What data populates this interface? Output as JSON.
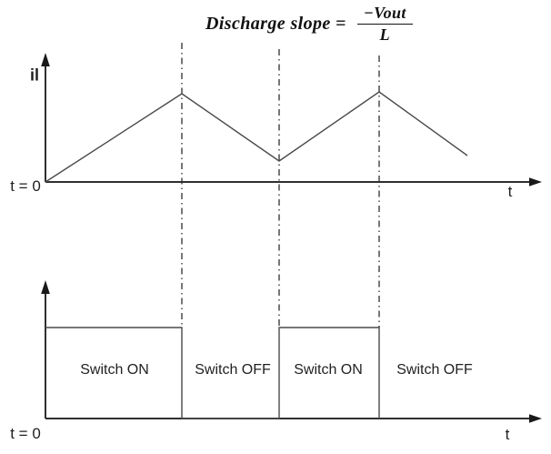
{
  "title": {
    "prefix": "Discharge slope =",
    "numerator": "−Vout",
    "denominator": "L"
  },
  "top_plot": {
    "y_axis_label": "il",
    "origin_label": "t = 0",
    "x_axis_label": "t",
    "waveform_points": "50,200 200,103 307,177 417,101 514,171"
  },
  "bottom_plot": {
    "origin_label": "t = 0",
    "x_axis_label": "t",
    "waveform_points": "50,360 200,360 200,460 307,460 307,360 417,360 417,460",
    "segments": [
      {
        "label": "Switch ON"
      },
      {
        "label": "Switch OFF"
      },
      {
        "label": "Switch ON"
      },
      {
        "label": "Switch OFF"
      }
    ]
  },
  "colors": {
    "waveform_line": "#4a4a4a",
    "axis_line": "#2f2f2f",
    "dash_dot_line": "#3d3d3d",
    "text": "#1f1f1f",
    "background": "#ffffff"
  }
}
